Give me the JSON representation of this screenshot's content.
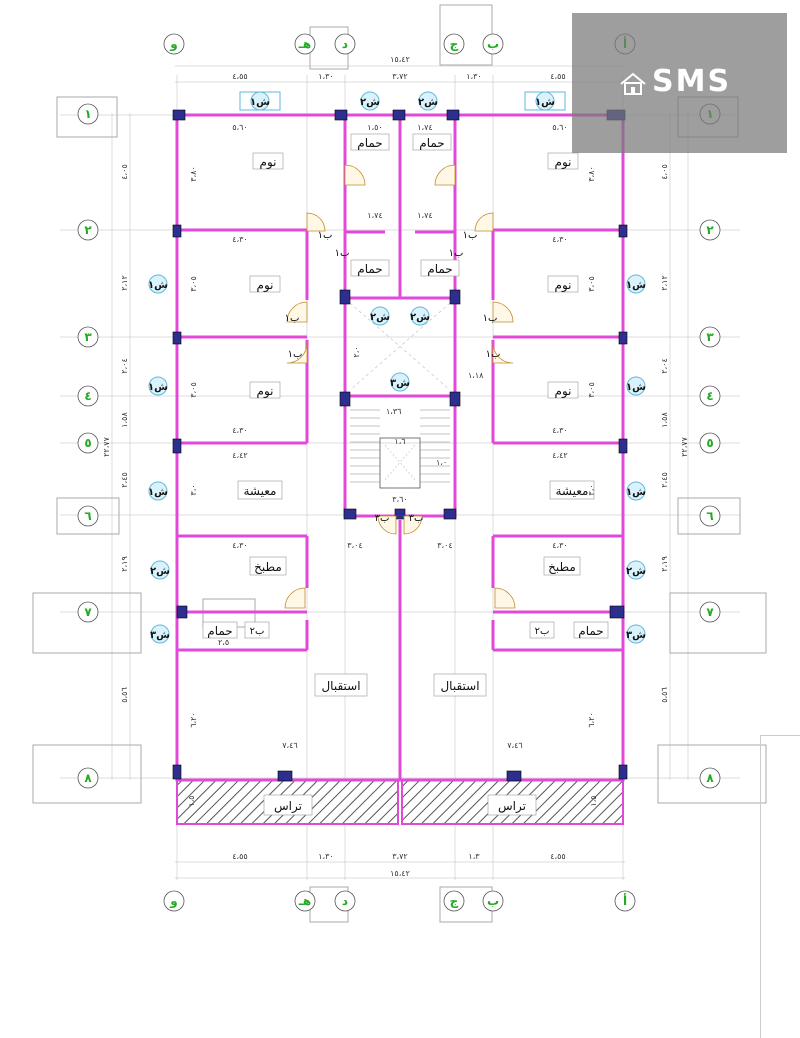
{
  "rooms": {
    "bedroom": "نوم",
    "bathroom": "حمام",
    "living": "معيشة",
    "kitchen": "مطبخ",
    "reception": "استقبال",
    "terrace": "تراس"
  },
  "windows": {
    "w1": "ش١",
    "w2": "ش٢",
    "w3": "ش٣"
  },
  "doors": {
    "d1": "ب١",
    "d2": "ب٢",
    "d3": "ب٣"
  },
  "axes_top": [
    "و",
    "هـ",
    "د",
    "ج",
    "ب",
    "أ"
  ],
  "axes_side": [
    "١",
    "٢",
    "٣",
    "٤",
    "٥",
    "٦",
    "٧",
    "٨"
  ],
  "dims": {
    "total": "١٥،٤٢",
    "seg_4_55": "٤،٥٥",
    "seg_1_30": "١،٣٠",
    "seg_3_72": "٣،٧٢",
    "seg_1_3": "١،٣",
    "room_5_60": "٥،٦٠",
    "room_4_30": "٤،٣٠",
    "room_4_42": "٤،٤٢",
    "room_3_04": "٣،٠٤",
    "room_7_46": "٧،٤٦",
    "room_3_60": "٣،٦٠",
    "room_1_74": "١،٧٤",
    "room_1_50": "١،٥٠",
    "room_1_18": "١،١٨",
    "side_4_05": "٤،٠٥",
    "side_2_12": "٢،١٢",
    "side_2_04": "٢،٠٤",
    "side_1_58": "١،٥٨",
    "side_22_77": "٢٢،٧٧",
    "side_2_45": "٢،٤٥",
    "side_2_19": "٢،١٩",
    "side_5_56": "٥،٥٦",
    "side_3_80": "٣،٨٠",
    "side_3_05": "٣،٠٥",
    "side_3_0": "٣،٠",
    "side_6_20": "٦،٢٠",
    "side_1_5": "١،٥",
    "side_2_5": "٢،٥",
    "side_1_0": "١،٠",
    "stair_1_36": "١،٣٦",
    "stair_1_6": "١،٦",
    "stair_1_0": "١،٠",
    "stair_2_0": "٢،٠"
  },
  "logo": {
    "text": "SMS"
  },
  "colors": {
    "wall": "#e14ad9",
    "column": "#2d2f8f",
    "axis_text": "#22aa22",
    "window_fill": "#d9f2fb"
  }
}
